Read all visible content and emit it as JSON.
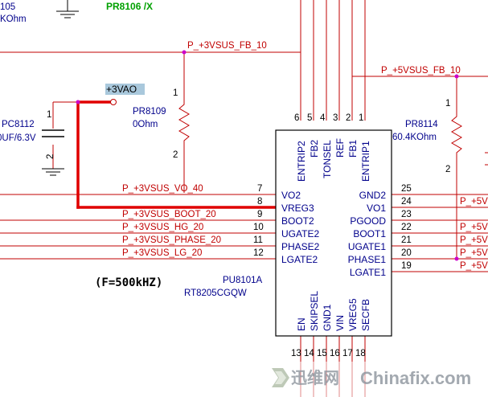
{
  "top": {
    "partial_ref": "105",
    "partial_value": "KOhm",
    "green_note": "PR8106  /X"
  },
  "nets": {
    "fb_3v": "P_+3VSUS_FB_10",
    "fb_5v": "P_+5VSUS_FB_10",
    "vo_3v": "P_+3VSUS_VO_40",
    "boot_3v": "P_+3VSUS_BOOT_20",
    "hg_3v": "P_+3VSUS_HG_20",
    "phase_3v": "P_+3VSUS_PHASE_20",
    "lg_3v": "P_+3VSUS_LG_20",
    "right_stubs": [
      "P_+5V",
      "P_+5V",
      "P_+5V",
      "P_+5V",
      "P_+5V"
    ]
  },
  "power_label": "+3VAO",
  "components": {
    "pc8112": {
      "ref": "PC8112",
      "value": "0UF/6.3V",
      "pin1": "1",
      "pin2": "2"
    },
    "pr8109": {
      "ref": "PR8109",
      "value": "0Ohm",
      "pin1": "1",
      "pin2": "2"
    },
    "pr8114": {
      "ref": "PR8114",
      "value": "60.4KOhm",
      "pin1": "1",
      "pin2": "2"
    }
  },
  "chip": {
    "ref": "PU8101A",
    "part": "RT8205CGQW",
    "left_pins": [
      {
        "num": "7",
        "name": "VO2"
      },
      {
        "num": "8",
        "name": "VREG3"
      },
      {
        "num": "9",
        "name": "BOOT2"
      },
      {
        "num": "10",
        "name": "UGATE2"
      },
      {
        "num": "11",
        "name": "PHASE2"
      },
      {
        "num": "12",
        "name": "LGATE2"
      }
    ],
    "right_pins": [
      {
        "num": "25",
        "name": "GND2"
      },
      {
        "num": "24",
        "name": "VO1"
      },
      {
        "num": "23",
        "name": "PGOOD"
      },
      {
        "num": "22",
        "name": "BOOT1"
      },
      {
        "num": "21",
        "name": "UGATE1"
      },
      {
        "num": "20",
        "name": "PHASE1"
      },
      {
        "num": "19",
        "name": "LGATE1"
      }
    ],
    "top_pins": [
      {
        "num": "6",
        "name": "ENTRIP2"
      },
      {
        "num": "5",
        "name": "FB2"
      },
      {
        "num": "4",
        "name": "TONSEL"
      },
      {
        "num": "3",
        "name": "REF"
      },
      {
        "num": "2",
        "name": "FB1"
      },
      {
        "num": "1",
        "name": "ENTRIP1"
      }
    ],
    "bottom_pins": [
      {
        "num": "13",
        "name": "EN"
      },
      {
        "num": "14",
        "name": "SKIPSEL"
      },
      {
        "num": "15",
        "name": "GND1"
      },
      {
        "num": "16",
        "name": "VIN"
      },
      {
        "num": "17",
        "name": "VREG5"
      },
      {
        "num": "18",
        "name": "SECFB"
      }
    ]
  },
  "freq_note": "(F=500kHZ)",
  "watermark": {
    "cn": "迅维网",
    "en": "Chinafix.com"
  },
  "colors": {
    "wire": "#c00000",
    "highlight": "#e00000",
    "pin_text": "#00008b",
    "junction": "#cc00cc",
    "green_text": "#00a000"
  }
}
